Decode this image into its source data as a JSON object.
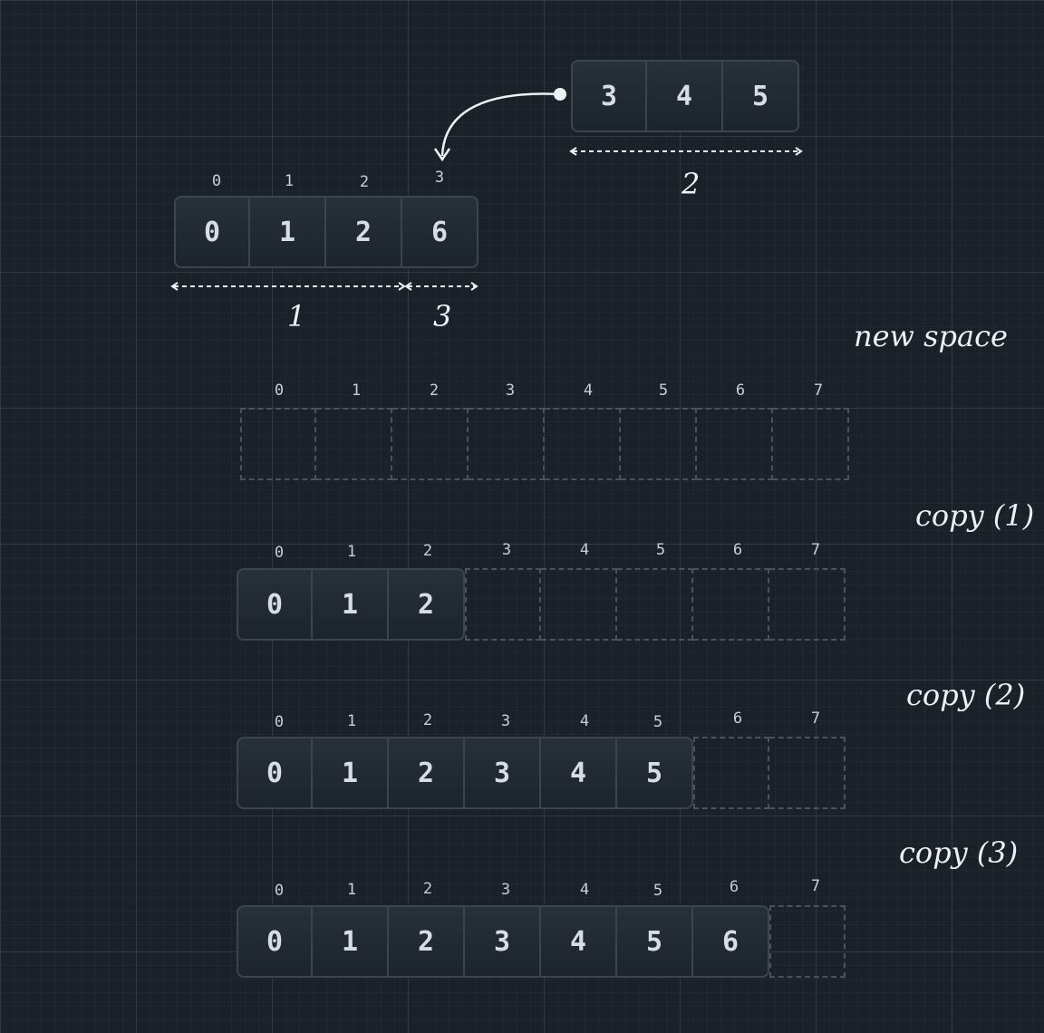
{
  "source_small": {
    "values": [
      "3",
      "4",
      "5"
    ],
    "length_label": "2"
  },
  "source_main": {
    "indices": [
      "0",
      "1",
      "2",
      "3"
    ],
    "values": [
      "0",
      "1",
      "2",
      "6"
    ],
    "length_label_left": "1",
    "length_label_right": "3"
  },
  "new_space": {
    "label": "new space",
    "indices": [
      "0",
      "1",
      "2",
      "3",
      "4",
      "5",
      "6",
      "7"
    ]
  },
  "copy1": {
    "label": "copy (1)",
    "indices": [
      "0",
      "1",
      "2",
      "3",
      "4",
      "5",
      "6",
      "7"
    ],
    "values": [
      "0",
      "1",
      "2"
    ]
  },
  "copy2": {
    "label": "copy (2)",
    "indices": [
      "0",
      "1",
      "2",
      "3",
      "4",
      "5",
      "6",
      "7"
    ],
    "values": [
      "0",
      "1",
      "2",
      "3",
      "4",
      "5"
    ]
  },
  "copy3": {
    "label": "copy (3)",
    "indices": [
      "0",
      "1",
      "2",
      "3",
      "4",
      "5",
      "6",
      "7"
    ],
    "values": [
      "0",
      "1",
      "2",
      "3",
      "4",
      "5",
      "6"
    ]
  }
}
